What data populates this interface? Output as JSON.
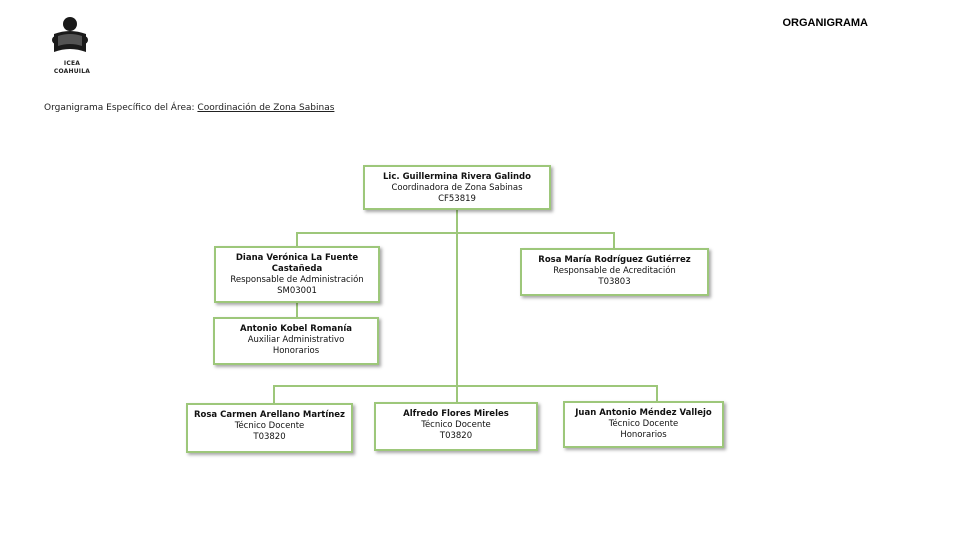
{
  "header": {
    "title": "ORGANIGRAMA",
    "logo_line1": "ICEA",
    "logo_line2": "COAHUILA"
  },
  "subtitle": {
    "prefix": "Organigrama Específico del Área: ",
    "area": "Coordinación de Zona Sabinas"
  },
  "org": {
    "coordinator": {
      "name": "Lic. Guillermina Rivera Galindo",
      "role": "Coordinadora de Zona Sabinas",
      "code": "CF53819"
    },
    "admin": {
      "name": "Diana Verónica La Fuente Castañeda",
      "role": "Responsable de Administración",
      "code": "SM03001"
    },
    "accreditation": {
      "name": "Rosa María Rodríguez Gutiérrez",
      "role": "Responsable de Acreditación",
      "code": "T03803"
    },
    "assistant": {
      "name": "Antonio Kobel Romanía",
      "role": "Auxiliar Administrativo",
      "code": "Honorarios"
    },
    "teachers": [
      {
        "name": "Rosa Carmen Arellano Martínez",
        "role": "Técnico Docente",
        "code": "T03820"
      },
      {
        "name": "Alfredo Flores Mireles",
        "role": "Técnico Docente",
        "code": "T03820"
      },
      {
        "name": "Juan Antonio Méndez Vallejo",
        "role": "Técnico Docente",
        "code": "Honorarios"
      }
    ]
  },
  "colors": {
    "box_border": "#9dc77a",
    "connector": "#9dc77a"
  }
}
